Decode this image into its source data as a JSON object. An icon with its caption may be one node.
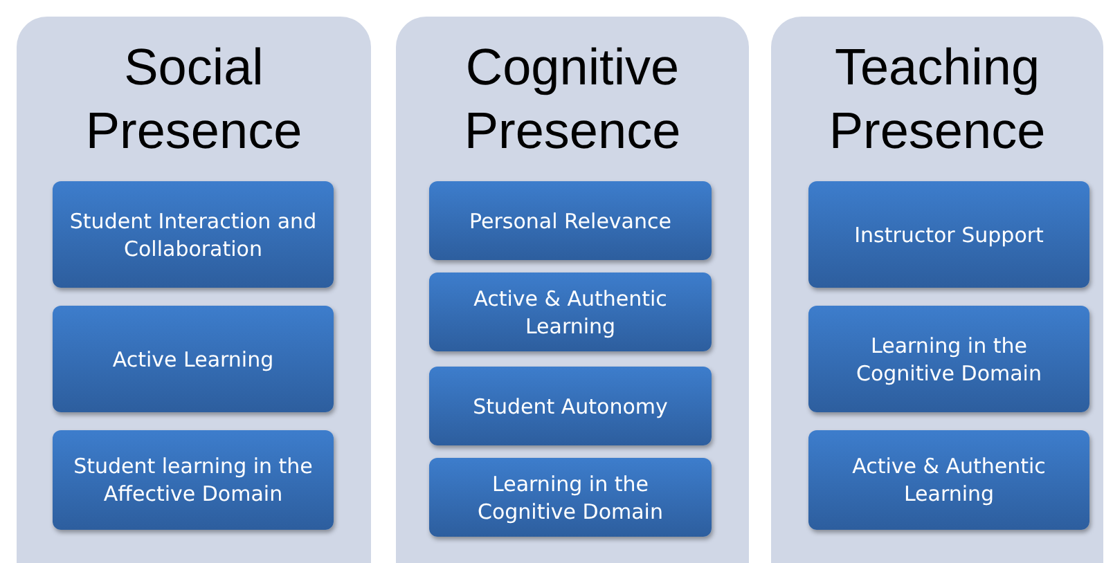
{
  "diagram": {
    "nodes": [
      {
        "text": [
          "Social Presence"
        ]
      },
      {
        "text": [
          "Student Interaction and Collaboration"
        ],
        "in": 0
      },
      {
        "text": [
          "Active Learning"
        ],
        "in": 0
      },
      {
        "text": [
          "Student learning in the Affective Domain"
        ],
        "in": 0
      },
      {
        "text": [
          "Cognitive Presence"
        ]
      },
      {
        "text": [
          "Personal Relevance"
        ],
        "in": 4
      },
      {
        "text": [
          "Active & Authentic Learning"
        ],
        "in": 4
      },
      {
        "text": [
          "Student Autonomy"
        ],
        "in": 4
      },
      {
        "text": [
          "Learning in the Cognitive Domain"
        ],
        "in": 4
      },
      {
        "text": [
          "Teaching Presence"
        ]
      },
      {
        "text": [
          "Instructor Support"
        ],
        "in": 9
      },
      {
        "text": [
          "Learning in the Cognitive Domain"
        ],
        "in": 9
      },
      {
        "text": [
          "Active & Authentic Learning"
        ],
        "in": 9
      }
    ]
  }
}
